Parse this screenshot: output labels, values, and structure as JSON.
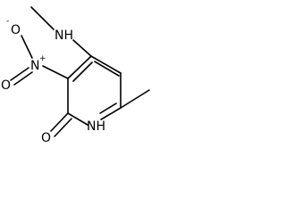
{
  "molecule": {
    "atoms": {
      "amine_n": "NH",
      "nitro_n": "N",
      "nitro_n_charge": "+",
      "nitro_o_top": "O",
      "nitro_o_top_charge": "-",
      "nitro_o_bottom": "O",
      "ring_nh": "NH",
      "carbonyl_o": "O"
    }
  }
}
